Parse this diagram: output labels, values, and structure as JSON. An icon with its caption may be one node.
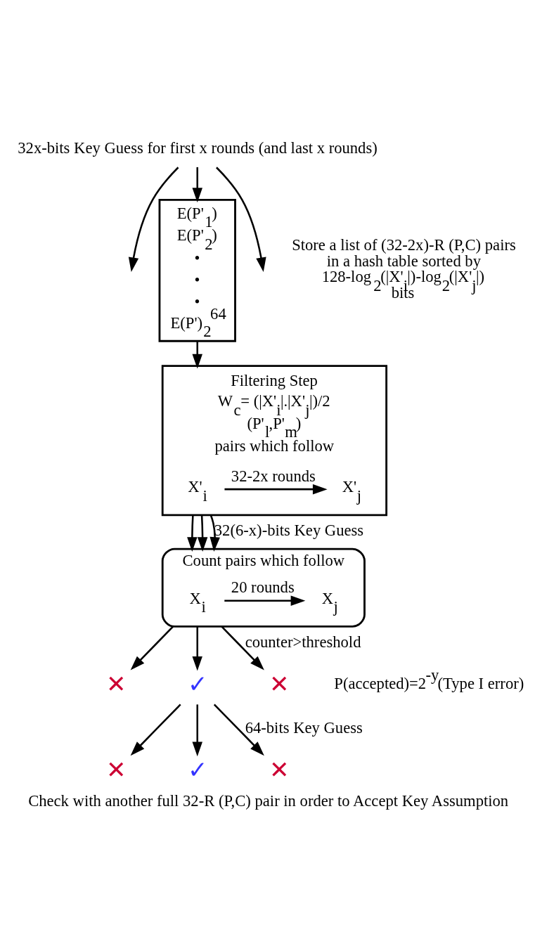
{
  "diagram": {
    "caption": "Check with another full 32-R (P,C) pair in order to Accept Key Assumption",
    "nodes": [
      {
        "text": [
          "32x-bits Key Guess for first x rounds (and last x rounds)"
        ]
      },
      {
        "text": [
          "E(P'$_{1}$)",
          "E(P'$_{2}$)",
          "•",
          "•",
          "•",
          "E(P')$_{2}$$^{64}$"
        ],
        "beside": [
          "Store a list of (32-2x)-R (P,C) pairs in a hash table sorted by 128-log$_{2}$(|X'$_{i}$|)-log$_{2}$(|X'$_{j}$|) bits"
        ]
      },
      {
        "text": [
          "Filtering Step",
          "W$_{c}$= (|X'$_{i}$|.|X'$_{j}$|)/2",
          "(P'$_{l}$,P'$_{m}$)",
          "pairs which follow"
        ]
      },
      {
        "text": [
          "X'$_{i}$"
        ],
        "in": 2
      },
      {
        "text": [
          "X'$_{j}$"
        ],
        "in": 2
      },
      {
        "text": [
          "Count pairs which follow"
        ]
      },
      {
        "text": [
          "X$_{i}$"
        ],
        "in": 5
      },
      {
        "text": [
          "X$_{j}$"
        ],
        "in": 5
      },
      {
        "text": [
          "✕"
        ]
      },
      {
        "text": [
          "✓"
        ]
      },
      {
        "text": [
          "✕"
        ],
        "beside": [
          "P(accepted)=2$^{-y}$(Type I error)"
        ]
      },
      {
        "text": [
          "✕"
        ]
      },
      {
        "text": [
          "✓"
        ]
      },
      {
        "text": [
          "✕"
        ]
      }
    ],
    "edges": [
      {
        "from": 0,
        "to": null,
        "arrow": "to"
      },
      {
        "from": 0,
        "to": 1,
        "arrow": "to"
      },
      {
        "from": 0,
        "to": null,
        "arrow": "to"
      },
      {
        "from": 1,
        "to": 2,
        "arrow": "to"
      },
      {
        "from": 3,
        "to": 4,
        "arrow": "to",
        "label": "32-2x rounds"
      },
      {
        "from": 2,
        "to": 5,
        "arrow": "to"
      },
      {
        "from": 2,
        "to": 5,
        "arrow": "to"
      },
      {
        "from": 2,
        "to": 5,
        "arrow": "to",
        "label": "32(6-x)-bits Key Guess"
      },
      {
        "from": 6,
        "to": 7,
        "arrow": "to",
        "label": "20 rounds"
      },
      {
        "from": 5,
        "to": 8,
        "arrow": "to"
      },
      {
        "from": 5,
        "to": 9,
        "arrow": "to"
      },
      {
        "from": 5,
        "to": 10,
        "arrow": "to",
        "label": "counter>threshold"
      },
      {
        "from": 9,
        "to": 11,
        "arrow": "to"
      },
      {
        "from": 9,
        "to": 12,
        "arrow": "to"
      },
      {
        "from": 9,
        "to": 13,
        "arrow": "to",
        "label": "64-bits Key Guess"
      }
    ]
  }
}
